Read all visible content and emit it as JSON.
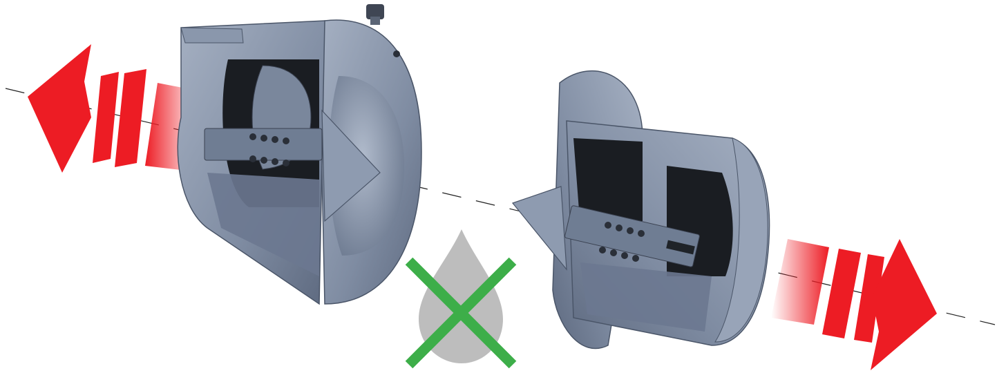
{
  "diagram": {
    "description_text": "",
    "components": [
      {
        "id": "left-coupling-half",
        "icon": "coupling-half-cutaway-icon"
      },
      {
        "id": "right-coupling-half",
        "icon": "coupling-half-cutaway-icon"
      },
      {
        "id": "axis-line",
        "icon": "dashed-centerline"
      },
      {
        "id": "left-arrow",
        "icon": "separation-arrow-left-icon"
      },
      {
        "id": "right-arrow",
        "icon": "separation-arrow-right-icon"
      },
      {
        "id": "no-leak-symbol",
        "icon": "droplet-crossed-icon"
      }
    ],
    "colors": {
      "arrow_red": "#ED1C24",
      "cross_green": "#3DAE49",
      "droplet_gray": "#BDBDBD",
      "metal_light": "#8E9BB0",
      "metal_mid": "#6F7D93",
      "metal_dark": "#4A5568",
      "cavity": "#1A1D22"
    }
  }
}
